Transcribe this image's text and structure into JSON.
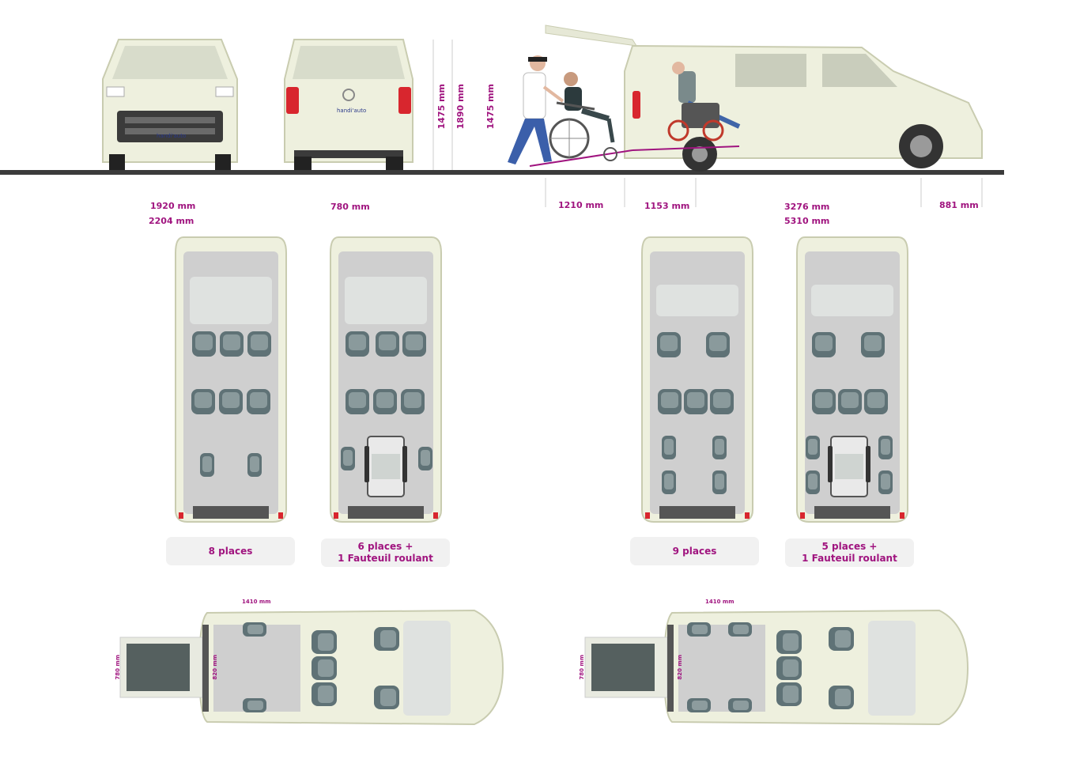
{
  "diagram": {
    "brand_logo": "handi'auto",
    "dimensions": {
      "front_width": "1920 mm",
      "mirror_width": "2204 mm",
      "rear_door_width": "780 mm",
      "height_1": "1475 mm",
      "height_2": "1890 mm",
      "height_3": "1475 mm",
      "ramp_length": "1210 mm",
      "rear_overhang": "1153 mm",
      "wheelbase": "3276 mm",
      "front_overhang": "881 mm",
      "total_length": "5310 mm",
      "left_plan_interior_length": "1410 mm",
      "left_plan_ramp_width": "780 mm",
      "left_plan_door_width": "820 mm",
      "right_plan_interior_length": "1410 mm",
      "right_plan_ramp_width": "780 mm",
      "right_plan_door_width": "820 mm"
    },
    "configurations": [
      {
        "line1": "8 places",
        "line2": ""
      },
      {
        "line1": "6 places +",
        "line2": "1 Fauteuil roulant"
      },
      {
        "line1": "9 places",
        "line2": ""
      },
      {
        "line1": "5 places +",
        "line2": "1 Fauteuil roulant"
      }
    ],
    "colors": {
      "body": "#eef0de",
      "body_outline": "#c9ccb0",
      "seat": "#5f7276",
      "seat_light": "#b9c0bd",
      "floor": "#cfcfcf",
      "ramp": "#55605f",
      "accent": "#a0147f",
      "ground": "#3b3b3b",
      "taillight": "#d8262e"
    }
  }
}
